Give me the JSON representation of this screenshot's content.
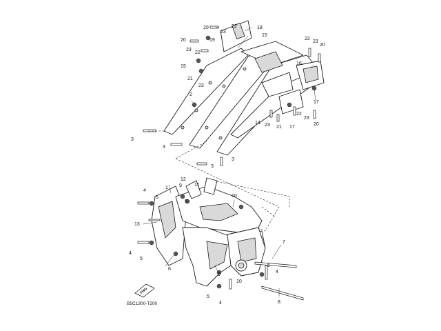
{
  "diagram_code": "B5C1300-T200",
  "fwd_badge": "FWD",
  "callouts": {
    "n1": "1",
    "n2": "2",
    "n3a": "3",
    "n3b": "3",
    "n3c": "3",
    "n3d": "3",
    "n4a": "4",
    "n4b": "4",
    "n4c": "4",
    "n4d": "4",
    "n5a": "5",
    "n5b": "5",
    "n5c": "5",
    "n5d": "5",
    "n6": "6",
    "n7": "7",
    "n8": "8",
    "n9a": "9",
    "n9b": "9",
    "n10a": "10",
    "n10b": "10",
    "n11": "11",
    "n12": "12",
    "n13": "13",
    "n14": "14",
    "n15": "15",
    "n16": "16",
    "n17a": "17",
    "n17b": "17",
    "n18": "18",
    "n19a": "19",
    "n19b": "19",
    "n20a": "20",
    "n20b": "20",
    "n20c": "20",
    "n20d": "20",
    "n21a": "21",
    "n21b": "21",
    "n22a": "22",
    "n22b": "22",
    "n22c": "22",
    "n22d": "22",
    "n23a": "23",
    "n23b": "23",
    "n23c": "23",
    "n23d": "23",
    "n23e": "23",
    "n23f": "23"
  },
  "icons": {
    "fwd_arrow": "fwd-arrow-icon"
  }
}
